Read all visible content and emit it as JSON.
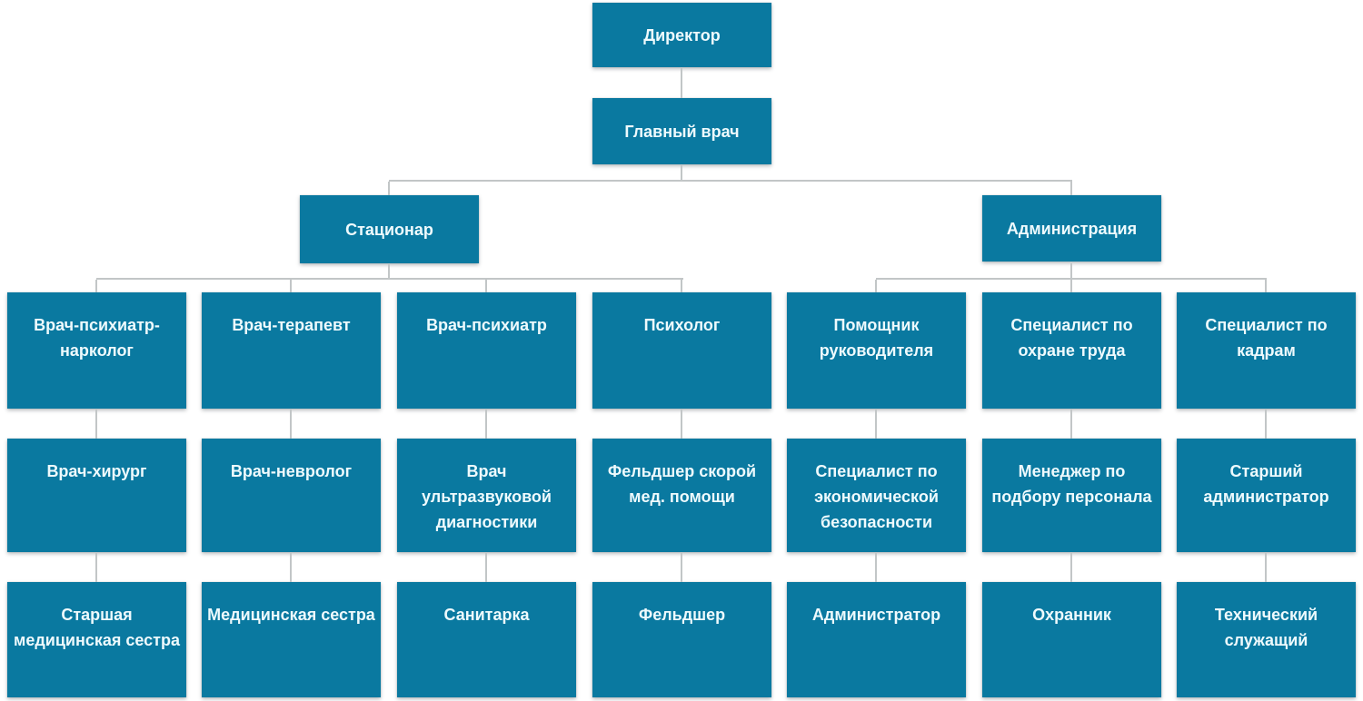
{
  "colors": {
    "node_fill": "#0a79a0",
    "node_text": "#eefafd",
    "connector": "#c2c6c7",
    "background": "#ffffff"
  },
  "org": {
    "director": {
      "label": "Директор"
    },
    "chief_physician": {
      "label": "Главный врач"
    },
    "branches": {
      "inpatient": {
        "label": "Стационар"
      },
      "administration": {
        "label": "Администрация"
      }
    },
    "columns": [
      {
        "head": "Врач-психиатр-нарколог",
        "mid": "Врач-хирург",
        "base": "Старшая медицинская сестра"
      },
      {
        "head": "Врач-терапевт",
        "mid": "Врач-невролог",
        "base": "Медицинская сестра"
      },
      {
        "head": "Врач-психиатр",
        "mid": "Врач ультразвуковой диагностики",
        "base": "Санитарка"
      },
      {
        "head": "Психолог",
        "mid": "Фельдшер скорой мед. помощи",
        "base": "Фельдшер"
      },
      {
        "head": "Помощник руководителя",
        "mid": "Специалист по экономической безопасности",
        "base": "Администратор"
      },
      {
        "head": "Специалист по охране труда",
        "mid": "Менеджер по подбору персонала",
        "base": "Охранник"
      },
      {
        "head": "Специалист по кадрам",
        "mid": "Старший администратор",
        "base": "Технический служащий"
      }
    ]
  }
}
